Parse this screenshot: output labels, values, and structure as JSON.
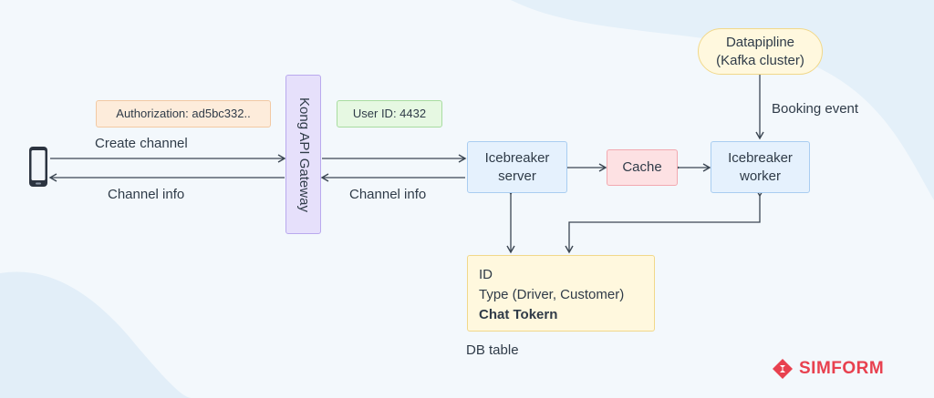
{
  "colors": {
    "arrow": "#3b4652",
    "brand": "#e8414f"
  },
  "nodes": {
    "gateway": "Kong API Gateway",
    "auth_tag": "Authorization: ad5bc332..",
    "user_tag": "User ID: 4432",
    "server": [
      "Icebreaker",
      "server"
    ],
    "cache": "Cache",
    "worker": [
      "Icebreaker",
      "worker"
    ],
    "pipeline": [
      "Datapipline",
      "(Kafka cluster)"
    ],
    "db_table": {
      "fields": [
        "ID",
        "Type (Driver, Customer)"
      ],
      "bold_field": "Chat Tokern"
    }
  },
  "edges": {
    "create_channel": "Create channel",
    "channel_info_left": "Channel info",
    "channel_info_right": "Channel info",
    "booking_event": "Booking event",
    "db_caption": "DB table"
  },
  "icons": {
    "device": "phone-icon",
    "logo": "simform-logo-icon"
  },
  "brand": {
    "name": "SIMFORM"
  }
}
